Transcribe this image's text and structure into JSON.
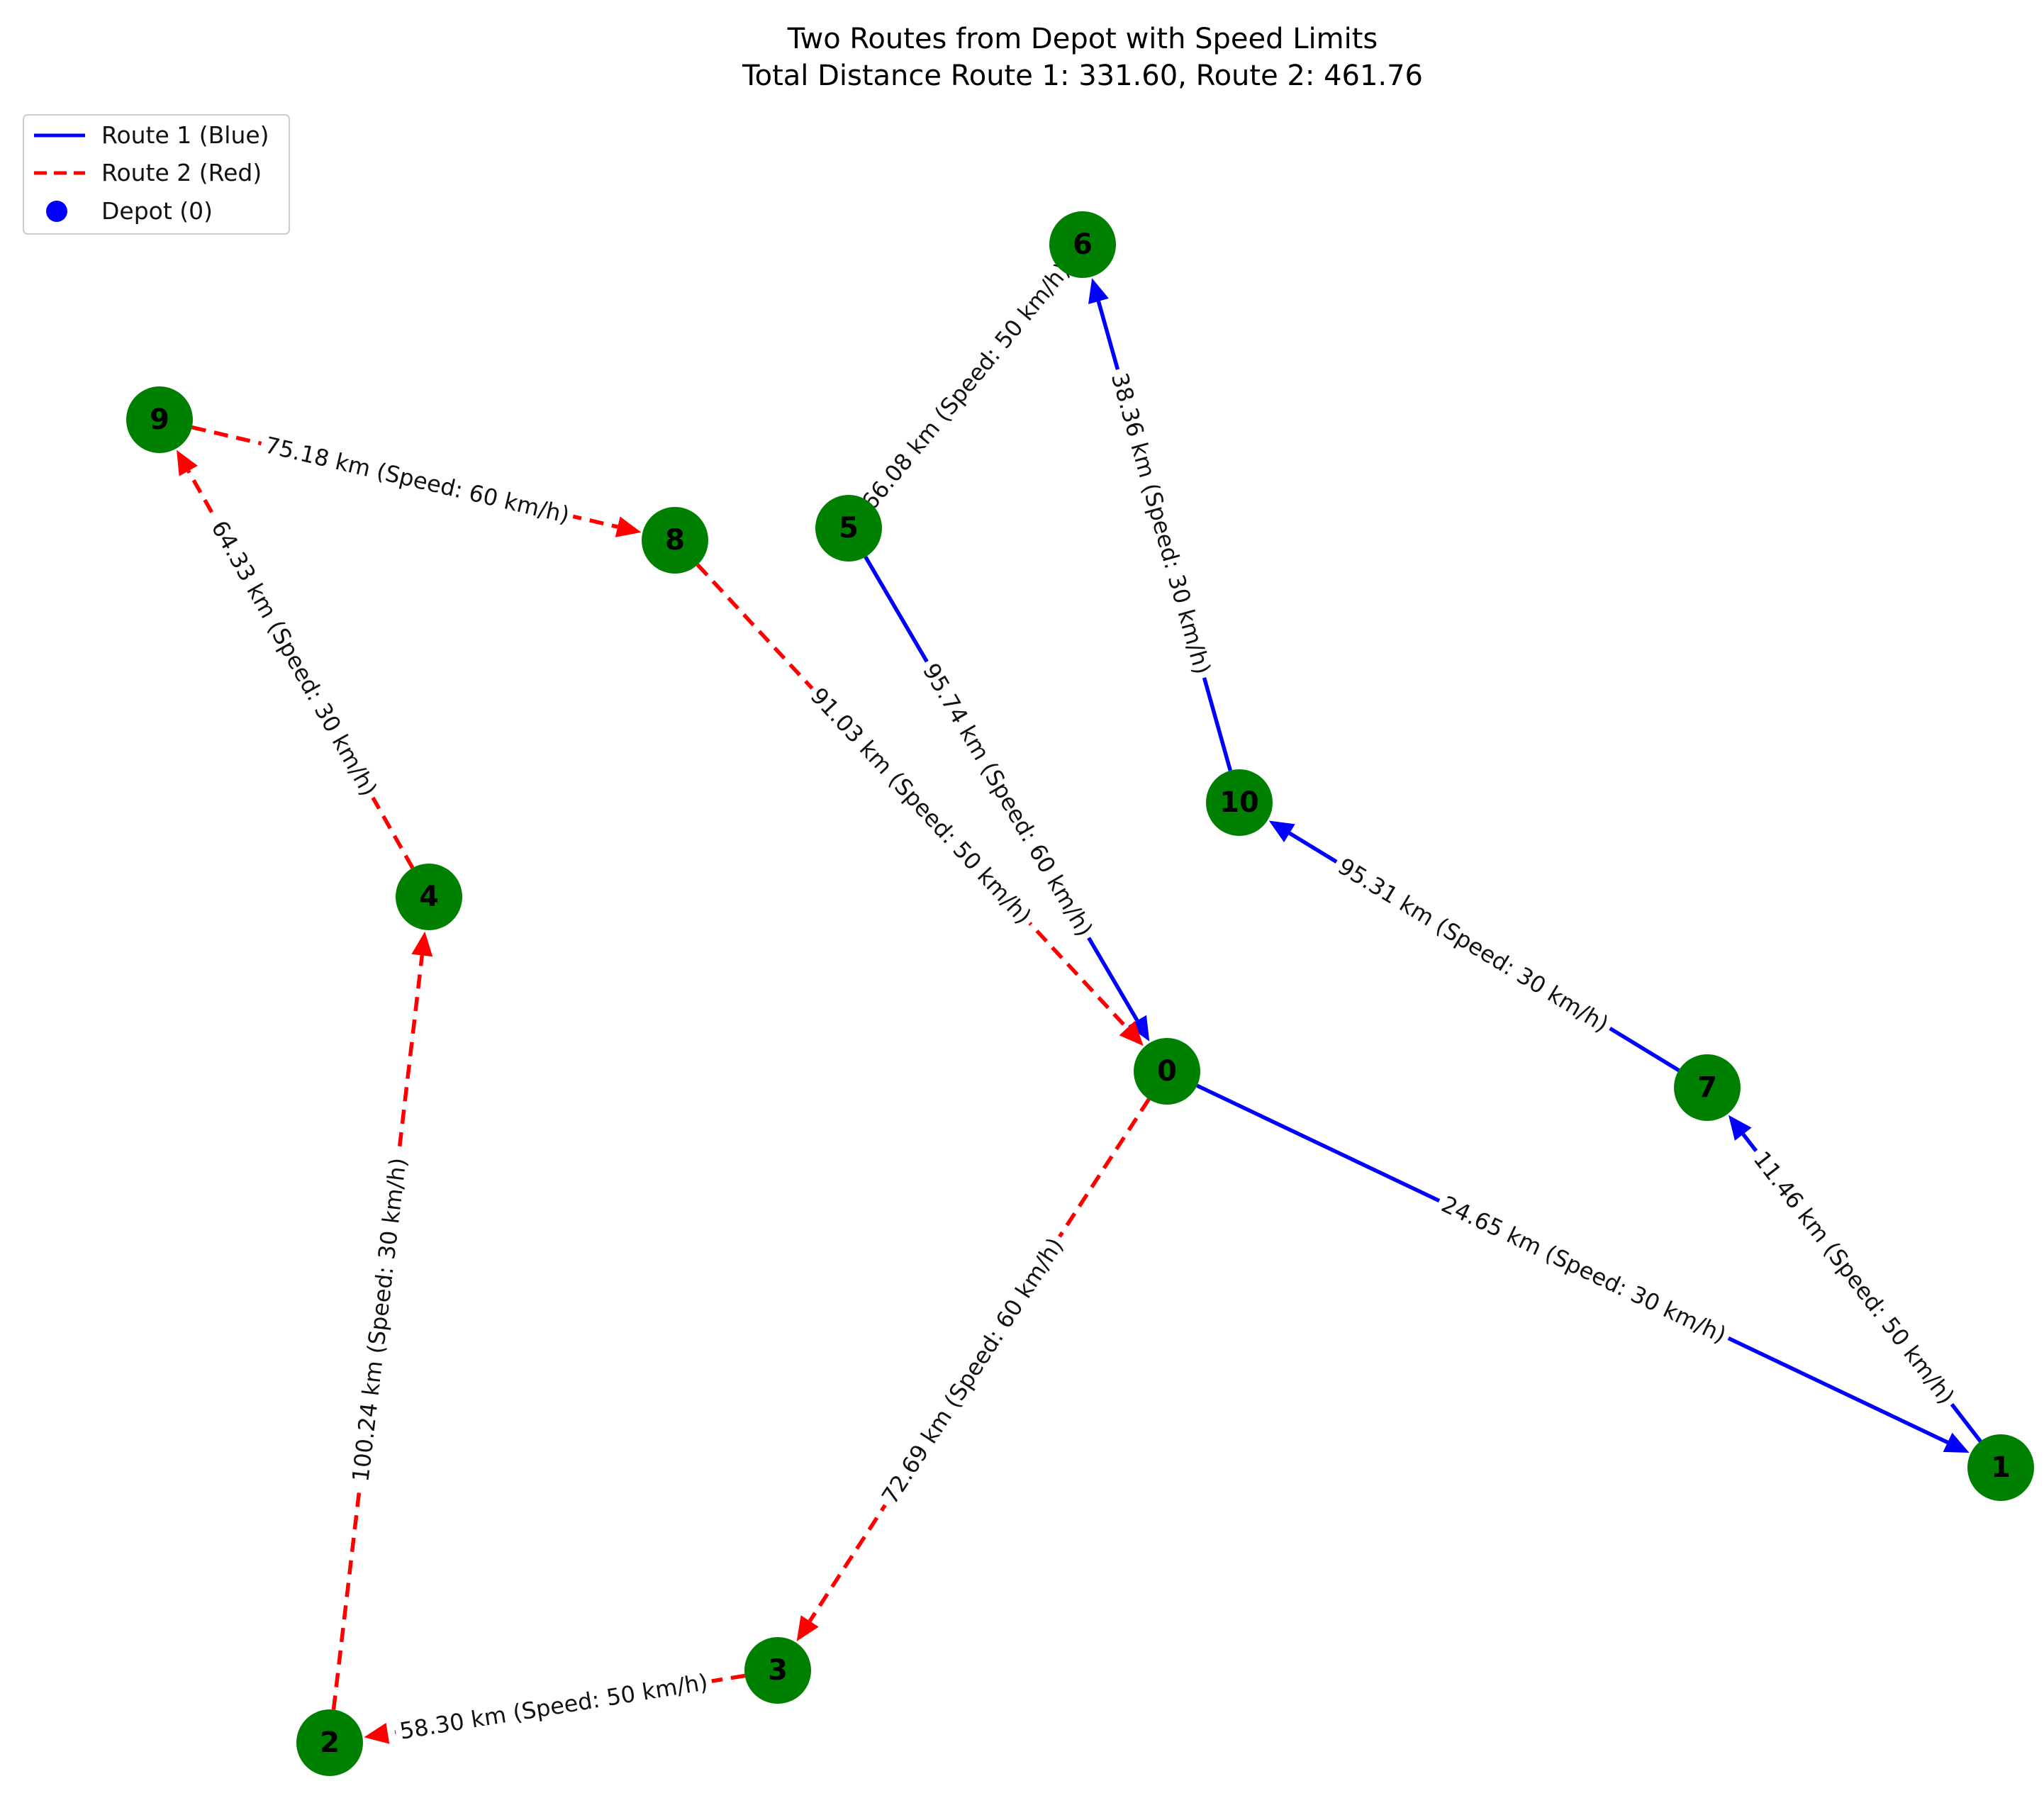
{
  "title": {
    "line1": "Two Routes from Depot with Speed Limits",
    "line2": "Total Distance Route 1: 331.60, Route 2: 461.76"
  },
  "legend": {
    "items": [
      {
        "label": "Route 1 (Blue)",
        "kind": "solid-line",
        "color": "#0000ff"
      },
      {
        "label": "Route 2 (Red)",
        "kind": "dashed-line",
        "color": "#ff0000"
      },
      {
        "label": "Depot (0)",
        "kind": "dot",
        "color": "#0000ff"
      }
    ]
  },
  "colors": {
    "node_fill": "#008000",
    "route1": "#0000ff",
    "route2": "#ff0000"
  },
  "nodes": [
    {
      "id": "0"
    },
    {
      "id": "1"
    },
    {
      "id": "2"
    },
    {
      "id": "3"
    },
    {
      "id": "4"
    },
    {
      "id": "5"
    },
    {
      "id": "6"
    },
    {
      "id": "7"
    },
    {
      "id": "8"
    },
    {
      "id": "9"
    },
    {
      "id": "10"
    }
  ],
  "edges": [
    {
      "from": "0",
      "to": "1",
      "route": 1,
      "label": "24.65 km (Speed: 30 km/h)"
    },
    {
      "from": "1",
      "to": "7",
      "route": 1,
      "label": "11.46 km (Speed: 50 km/h)"
    },
    {
      "from": "7",
      "to": "10",
      "route": 1,
      "label": "95.31 km (Speed: 30 km/h)"
    },
    {
      "from": "10",
      "to": "6",
      "route": 1,
      "label": "38.36 km (Speed: 30 km/h)"
    },
    {
      "from": "6",
      "to": "5",
      "route": 1,
      "label": "66.08 km (Speed: 50 km/h)"
    },
    {
      "from": "5",
      "to": "0",
      "route": 1,
      "label": "95.74 km (Speed: 60 km/h)"
    },
    {
      "from": "0",
      "to": "3",
      "route": 2,
      "label": "72.69 km (Speed: 60 km/h)"
    },
    {
      "from": "3",
      "to": "2",
      "route": 2,
      "label": "58.30 km (Speed: 50 km/h)"
    },
    {
      "from": "2",
      "to": "4",
      "route": 2,
      "label": "100.24 km (Speed: 30 km/h)"
    },
    {
      "from": "4",
      "to": "9",
      "route": 2,
      "label": "64.33 km (Speed: 30 km/h)"
    },
    {
      "from": "9",
      "to": "8",
      "route": 2,
      "label": "75.18 km (Speed: 60 km/h)"
    },
    {
      "from": "8",
      "to": "0",
      "route": 2,
      "label": "91.03 km (Speed: 50 km/h)"
    }
  ]
}
